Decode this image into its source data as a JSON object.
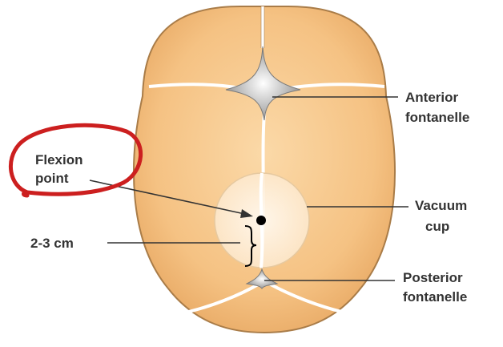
{
  "labels": {
    "flexion_line1": "Flexion",
    "flexion_line2": "point",
    "distance": "2-3 cm",
    "anterior_line1": "Anterior",
    "anterior_line2": "fontanelle",
    "vacuum_line1": "Vacuum",
    "vacuum_line2": "cup",
    "posterior_line1": "Posterior",
    "posterior_line2": "fontanelle"
  },
  "colors": {
    "skull": "#f7c58a",
    "skull_edge": "#a97c48",
    "suture": "#ffffff",
    "fontanelle": "#a9a9a9",
    "cup": "#fdf1df",
    "highlight_circle": "#cc1f1f",
    "text": "#333333"
  }
}
